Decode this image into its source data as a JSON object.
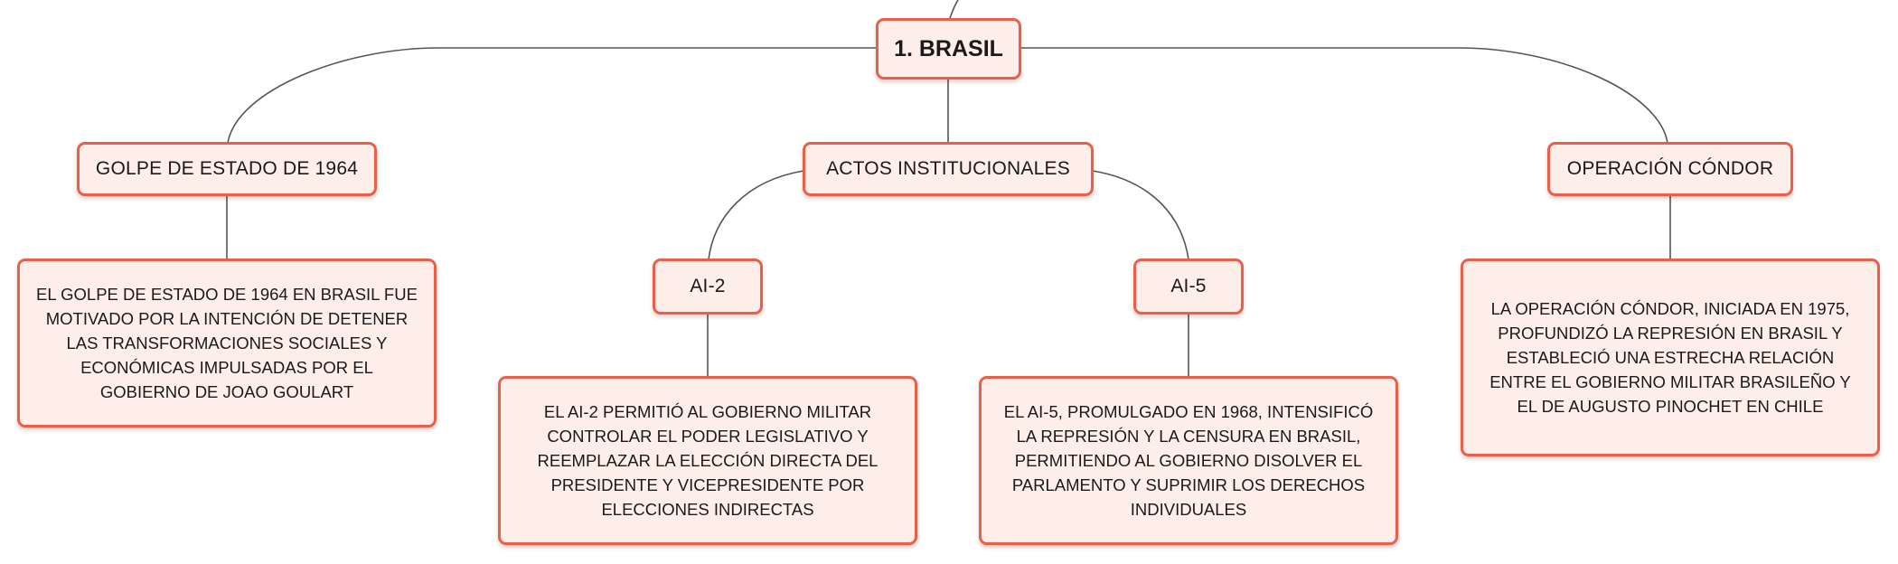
{
  "diagram": {
    "root": {
      "label": "1. BRASIL"
    },
    "branches": [
      {
        "id": "golpe",
        "label": "GOLPE DE ESTADO DE 1964",
        "description": "EL GOLPE DE ESTADO DE 1964 EN BRASIL FUE MOTIVADO POR LA INTENCIÓN DE DETENER LAS TRANSFORMACIONES SOCIALES Y ECONÓMICAS IMPULSADAS POR EL GOBIERNO DE JOAO GOULART"
      },
      {
        "id": "actos",
        "label": "ACTOS INSTITUCIONALES",
        "children": [
          {
            "id": "ai2",
            "label": "AI-2",
            "description": "EL AI-2 PERMITIÓ AL GOBIERNO MILITAR CONTROLAR EL PODER LEGISLATIVO Y REEMPLAZAR LA ELECCIÓN DIRECTA DEL PRESIDENTE Y VICEPRESIDENTE POR ELECCIONES INDIRECTAS"
          },
          {
            "id": "ai5",
            "label": "AI-5",
            "description": "EL AI-5, PROMULGADO EN 1968, INTENSIFICÓ LA REPRESIÓN Y LA CENSURA EN BRASIL, PERMITIENDO AL GOBIERNO DISOLVER EL PARLAMENTO Y SUPRIMIR LOS DERECHOS INDIVIDUALES"
          }
        ]
      },
      {
        "id": "condor",
        "label": "OPERACIÓN CÓNDOR",
        "description": "LA OPERACIÓN CÓNDOR, INICIADA EN 1975, PROFUNDIZÓ LA REPRESIÓN EN BRASIL Y ESTABLECIÓ UNA ESTRECHA RELACIÓN ENTRE EL GOBIERNO MILITAR BRASILEÑO Y EL DE AUGUSTO PINOCHET EN CHILE"
      }
    ]
  },
  "colors": {
    "node_border": "#e8604a",
    "node_fill": "#fdeee9",
    "connector": "#555555",
    "text": "#1a1a1a"
  }
}
